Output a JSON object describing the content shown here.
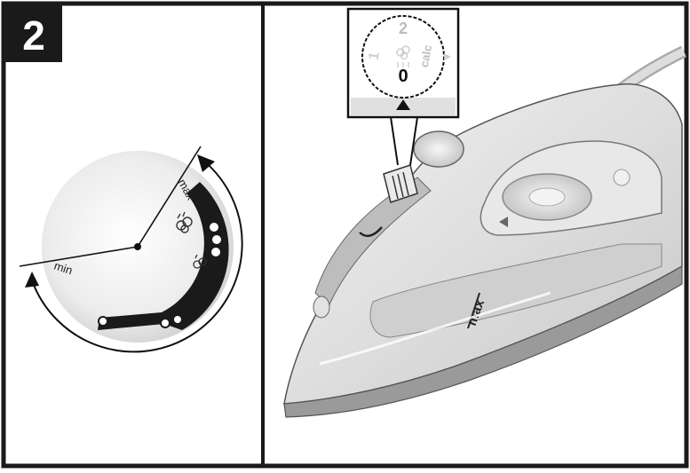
{
  "step": {
    "number": "2"
  },
  "temperature_dial": {
    "min_label": "min",
    "max_label": "max"
  },
  "steam_selector": {
    "setting_0": "0",
    "setting_1": "1",
    "setting_2": "2",
    "calc_label": "calc"
  },
  "iron": {
    "water_max_label": "max"
  },
  "colors": {
    "border": "#1a1a1a",
    "badge": "#1a1a1a",
    "dial_face": "#e6e6e6",
    "iron_gray": "#d9d9d9",
    "soleplate": "#9a9a9a"
  }
}
